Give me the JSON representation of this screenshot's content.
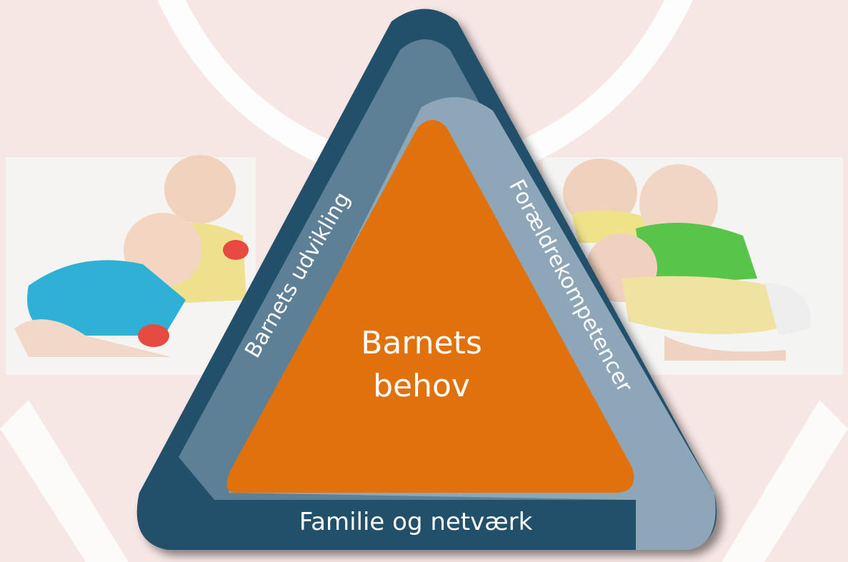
{
  "diagram": {
    "center_line1": "Barnets",
    "center_line2": "behov",
    "left_side": "Barnets udvikling",
    "right_side": "Forældrekompetencer",
    "bottom_side": "Familie og netværk"
  },
  "colors": {
    "background": "#f6e6e4",
    "outer_triangle": "#244f6a",
    "middle_triangle": "#5d8097",
    "inner_panel": "#8ea7b8",
    "core_triangle": "#e0710e",
    "text": "#ffffff"
  }
}
